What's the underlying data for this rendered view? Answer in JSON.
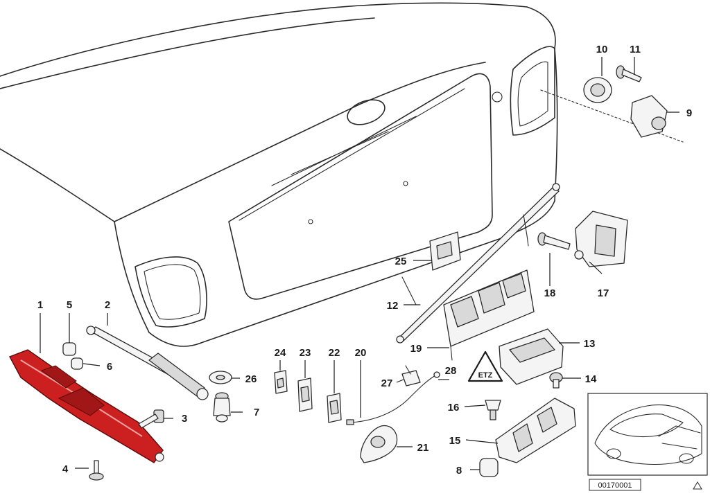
{
  "diagram": {
    "callouts": [
      {
        "label": "1"
      },
      {
        "label": "2"
      },
      {
        "label": "3"
      },
      {
        "label": "4"
      },
      {
        "label": "5"
      },
      {
        "label": "6"
      },
      {
        "label": "7"
      },
      {
        "label": "8"
      },
      {
        "label": "9"
      },
      {
        "label": "10"
      },
      {
        "label": "11"
      },
      {
        "label": "12"
      },
      {
        "label": "13"
      },
      {
        "label": "14"
      },
      {
        "label": "15"
      },
      {
        "label": "16"
      },
      {
        "label": "17"
      },
      {
        "label": "18"
      },
      {
        "label": "19"
      },
      {
        "label": "20"
      },
      {
        "label": "21"
      },
      {
        "label": "22"
      },
      {
        "label": "23"
      },
      {
        "label": "24"
      },
      {
        "label": "25"
      },
      {
        "label": "26"
      },
      {
        "label": "27"
      },
      {
        "label": "28"
      }
    ],
    "highlight_color": "#cc1f1f",
    "reference_code": "00170001",
    "warning_symbol": "triangle-warning-icon"
  }
}
